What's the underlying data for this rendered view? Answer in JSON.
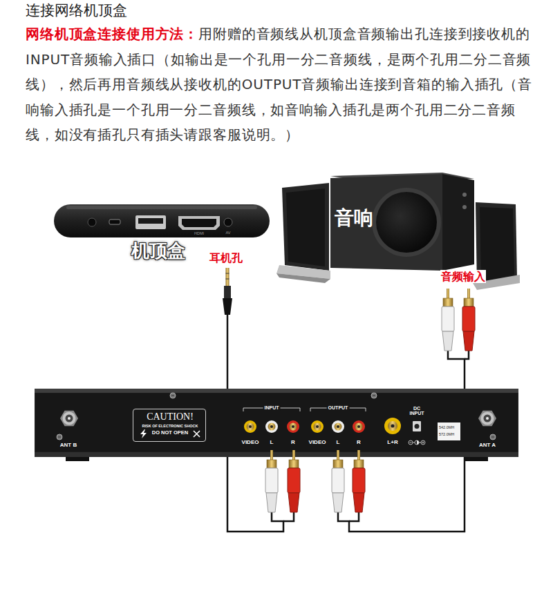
{
  "diagram": {
    "title": "连接网络机顶盒",
    "nodes": [
      {
        "text": [
          "机顶盒"
        ]
      },
      {
        "text": [
          "音响"
        ]
      },
      {
        "text": [
          "ANT B",
          "L+R",
          "DC INPUT",
          "ANT A"
        ]
      },
      {
        "text": [
          "CAUTION!",
          "RISK OF ELECTRONIC SHOCK",
          "DO NOT OPEN"
        ],
        "in": 2
      },
      {
        "text": [
          "INPUT",
          "VIDEO",
          "L",
          "R"
        ],
        "in": 2
      },
      {
        "text": [
          "OUTPUT",
          "VIDEO",
          "L",
          "R"
        ],
        "in": 2
      },
      {
        "text": [
          "542.0MH",
          "572.0MH"
        ],
        "in": 2
      }
    ],
    "edges": [
      {
        "from": 0,
        "to": 4,
        "arrow": "none"
      },
      {
        "from": 5,
        "to": 1,
        "arrow": "none"
      }
    ],
    "labels": [
      "网络机顶盒连接使用方法：",
      "用附赠的音频线从机顶盒音频输出孔连接到接收机的INPUT音频输入插口（如输出是一个孔用一分二音频线，是两个孔用二分二音频线），然后再用音频线从接收机的OUTPUT音频输出连接到音箱的输入插孔（音响输入插孔是一个孔用一分二音频线，如音响输入插孔是两个孔用二分二音频线，如没有插孔只有插头请跟客服说明。）",
      "耳机孔",
      "音频输入",
      "HDMI",
      "AV"
    ]
  }
}
